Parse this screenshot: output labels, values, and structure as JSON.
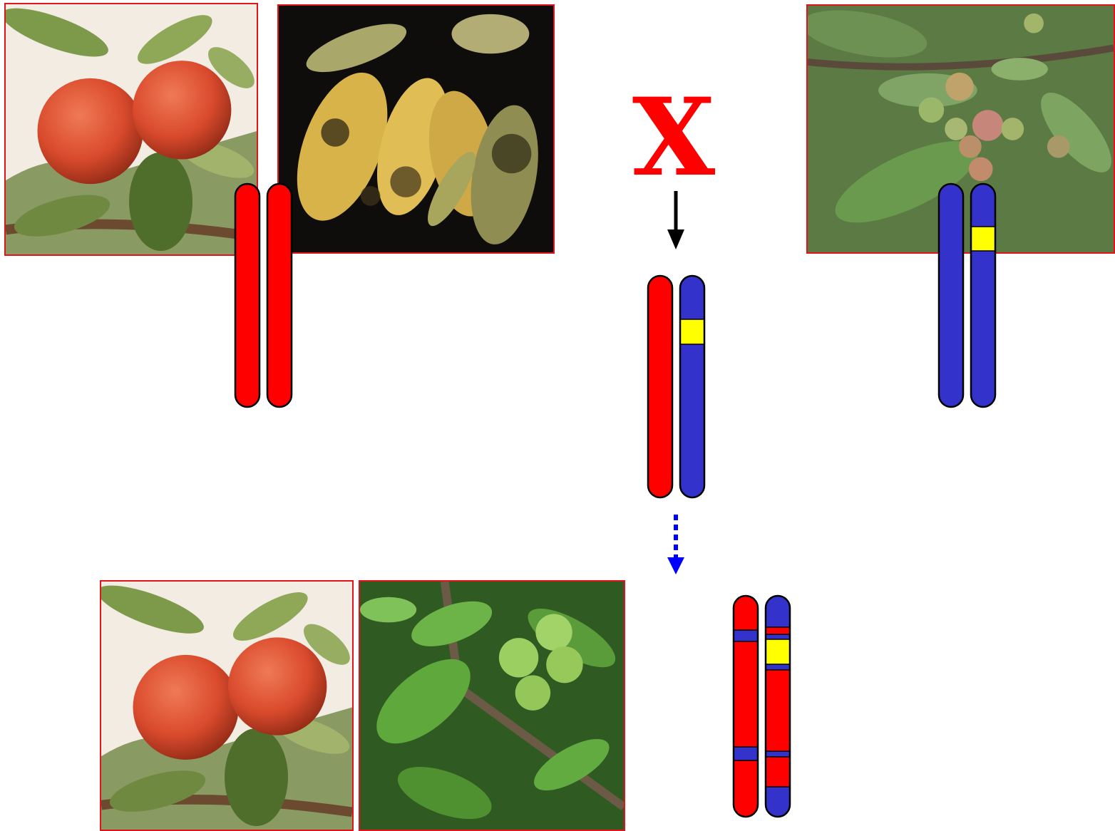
{
  "cross_symbol": "X",
  "colors": {
    "recipient": "#ff0000",
    "donor": "#3333cc",
    "resistance_gene": "#ffff00",
    "frame": "#e0141a",
    "arrow_solid": "#000000",
    "arrow_dashed": "#0000ff"
  },
  "photos": {
    "cultivated_apple_top": "red-apples-photo",
    "scab_leaves": "scab-infected-leaves-photo",
    "crabapple": "wild-crabapple-photo",
    "cultivated_apple_bottom": "red-apples-photo",
    "green_fruit_branch": "healthy-green-apple-branch-photo"
  },
  "chromosomes": {
    "parent_cultivated": [
      "red",
      "red"
    ],
    "parent_wild": [
      "blue",
      "blue-with-gene"
    ],
    "f1_hybrid": [
      "red",
      "blue-with-gene"
    ],
    "backcross_progeny": [
      "red-with-blue-segments",
      "red-with-blue-segments-and-gene"
    ]
  }
}
